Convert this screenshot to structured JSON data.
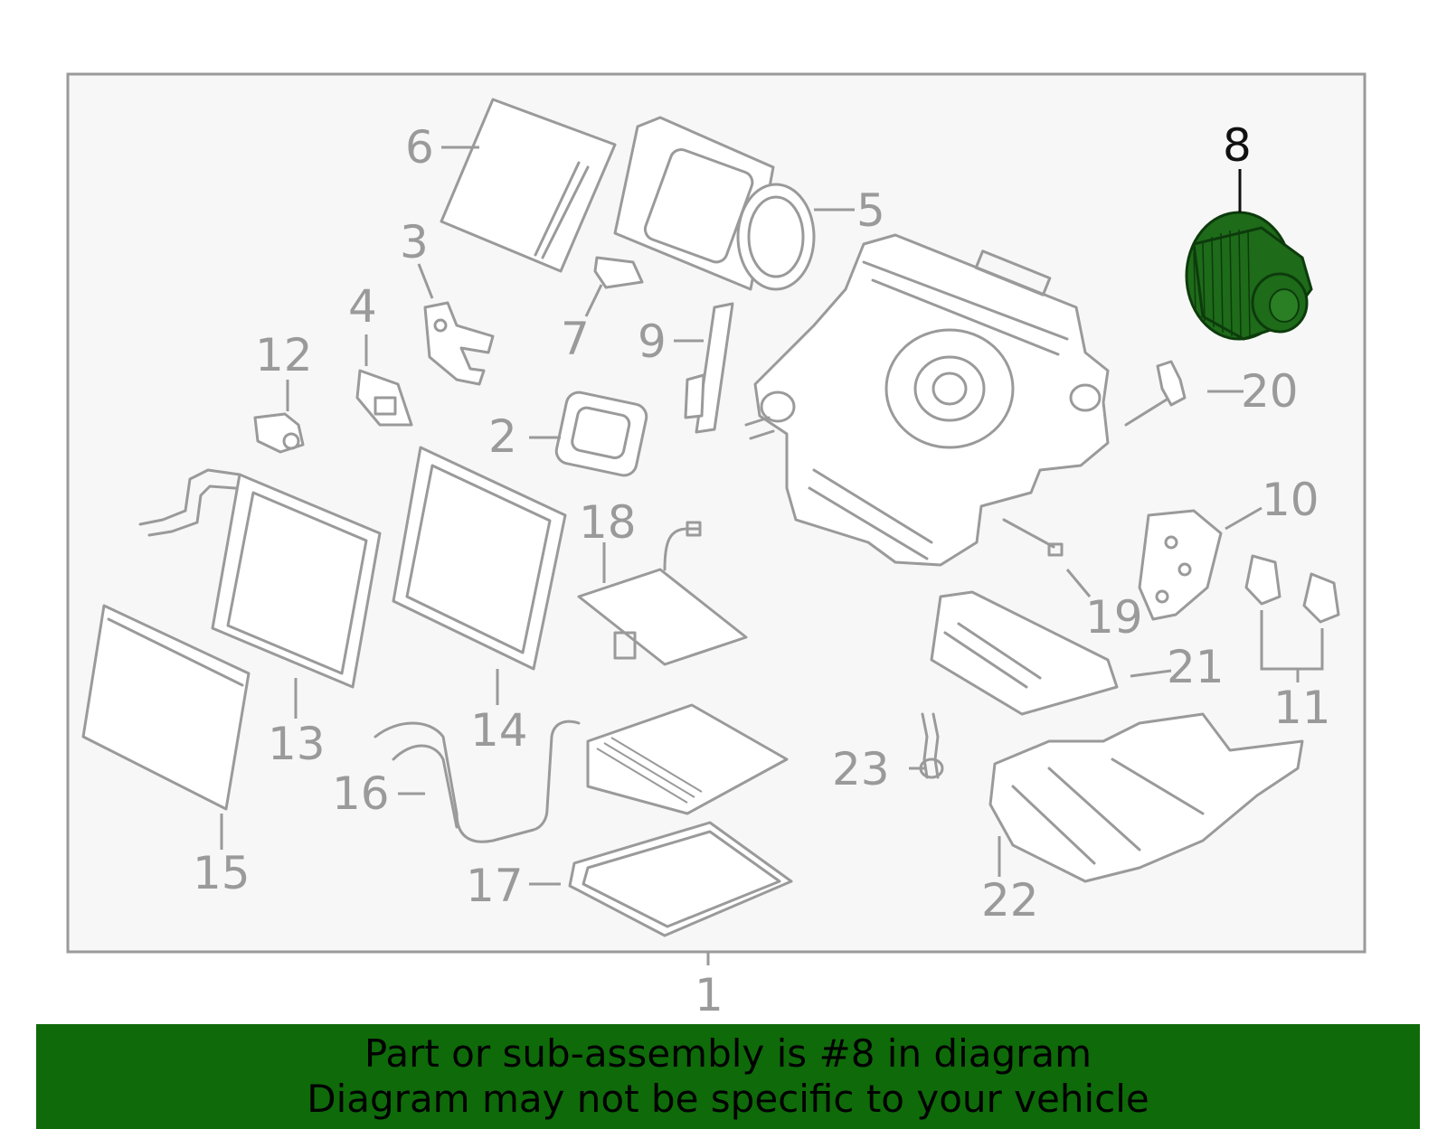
{
  "colors": {
    "frame_bg": "#f7f7f7",
    "line": "#9a9a9a",
    "highlight_fill": "#1e6b1a",
    "highlight_stroke": "#0d3b0c",
    "banner_bg": "#0f6a0a",
    "highlight_label": "#111111"
  },
  "callouts": {
    "c1": "1",
    "c2": "2",
    "c3": "3",
    "c4": "4",
    "c5": "5",
    "c6": "6",
    "c7": "7",
    "c8": "8",
    "c9": "9",
    "c10": "10",
    "c11": "11",
    "c12": "12",
    "c13": "13",
    "c14": "14",
    "c15": "15",
    "c16": "16",
    "c17": "17",
    "c18": "18",
    "c19": "19",
    "c20": "20",
    "c21": "21",
    "c22": "22",
    "c23": "23"
  },
  "highlighted_part": "8",
  "banner": {
    "line1": "Part or sub-assembly is #8 in diagram",
    "line2": "Diagram may not be specific to your vehicle"
  }
}
